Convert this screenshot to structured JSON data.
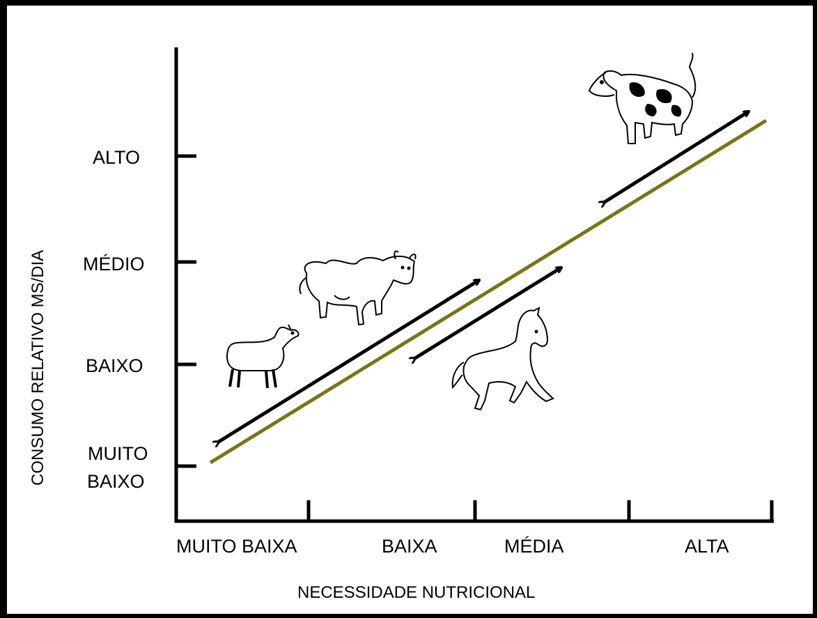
{
  "colors": {
    "background": "#ffffff",
    "frame": "#000000",
    "axis": "#000000",
    "trend_line": "#7a7418",
    "arrow": "#000000"
  },
  "y_axis": {
    "title": "CONSUMO RELATIVO MS/DIA",
    "ticks": [
      {
        "label": "ALTO"
      },
      {
        "label": "MÉDIO"
      },
      {
        "label": "BAIXO"
      },
      {
        "label_line1": "MUITO",
        "label_line2": "BAIXO"
      }
    ]
  },
  "x_axis": {
    "title": "NECESSIDADE NUTRICIONAL",
    "categories": [
      "MUITO BAIXA",
      "BAIXA",
      "MÉDIA",
      "ALTA"
    ]
  },
  "animals": [
    {
      "name": "sheep",
      "icon": "sheep-icon"
    },
    {
      "name": "beef-cattle",
      "icon": "beef-cow-icon"
    },
    {
      "name": "horse",
      "icon": "horse-icon"
    },
    {
      "name": "dairy-cow",
      "icon": "dairy-cow-icon"
    }
  ]
}
